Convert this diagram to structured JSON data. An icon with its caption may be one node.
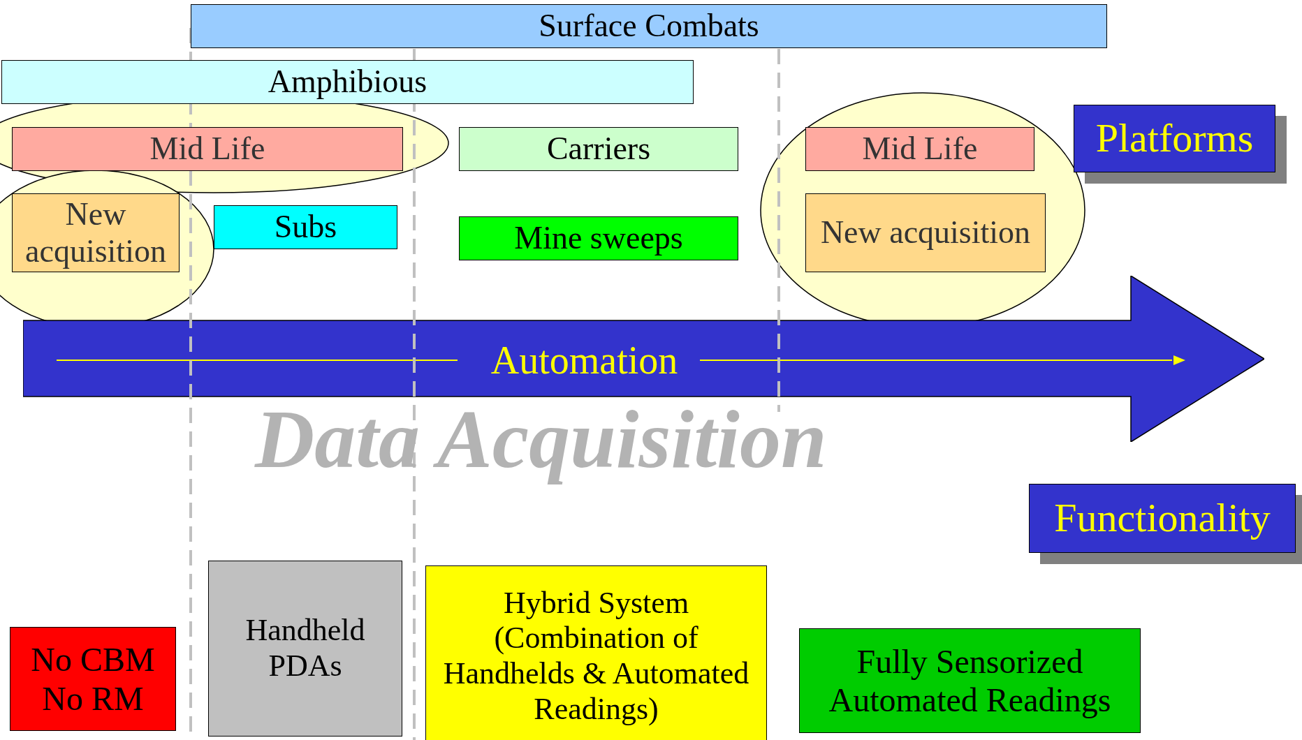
{
  "diagram": {
    "nodes": [
      {
        "text": [
          "Surface Combats"
        ]
      },
      {
        "text": [
          "Amphibious"
        ]
      },
      {
        "text": [
          "Mid Life"
        ]
      },
      {
        "text": [
          "New acquisition"
        ]
      },
      {
        "text": [
          "Subs"
        ]
      },
      {
        "text": [
          "Carriers"
        ]
      },
      {
        "text": [
          "Mine sweeps"
        ]
      },
      {
        "text": [
          "Mid Life"
        ]
      },
      {
        "text": [
          "New acquisition"
        ]
      },
      {
        "text": [
          "Platforms"
        ]
      },
      {
        "text": [
          "Automation"
        ]
      },
      {
        "text": [
          "Functionality"
        ]
      },
      {
        "text": [
          "No CBM No RM"
        ]
      },
      {
        "text": [
          "Handheld PDAs"
        ]
      },
      {
        "text": [
          "Hybrid System (Combination of Handhelds & Automated Readings)"
        ]
      },
      {
        "text": [
          "Fully Sensorized Automated Readings"
        ]
      }
    ],
    "edges": [],
    "labels": [
      "Data Acquisition"
    ]
  }
}
